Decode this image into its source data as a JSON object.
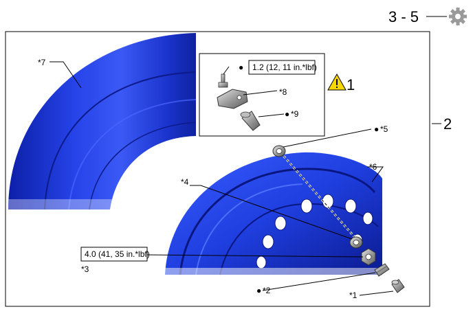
{
  "header": {
    "step": "3 - 5"
  },
  "callouts": {
    "c1": "1",
    "c2": "2"
  },
  "labels": {
    "p1": "*1",
    "p2": "*2",
    "p3": "*3",
    "p4": "*4",
    "p5": "*5",
    "p6": "*6",
    "p7": "*7",
    "p8": "*8",
    "p9": "*9"
  },
  "bullet": "●",
  "torques": {
    "sensor_screw": "1.2 (12, 11 in.*lbf)",
    "valve_nut": "4.0 (41, 35 in.*lbf)"
  },
  "icons": {
    "settings": "gear-icon",
    "caution": "warning-icon"
  },
  "colors": {
    "part_blue": "#1f3fe0",
    "warning_yellow": "#f5d800",
    "gear_gray": "#9a9a9a"
  }
}
